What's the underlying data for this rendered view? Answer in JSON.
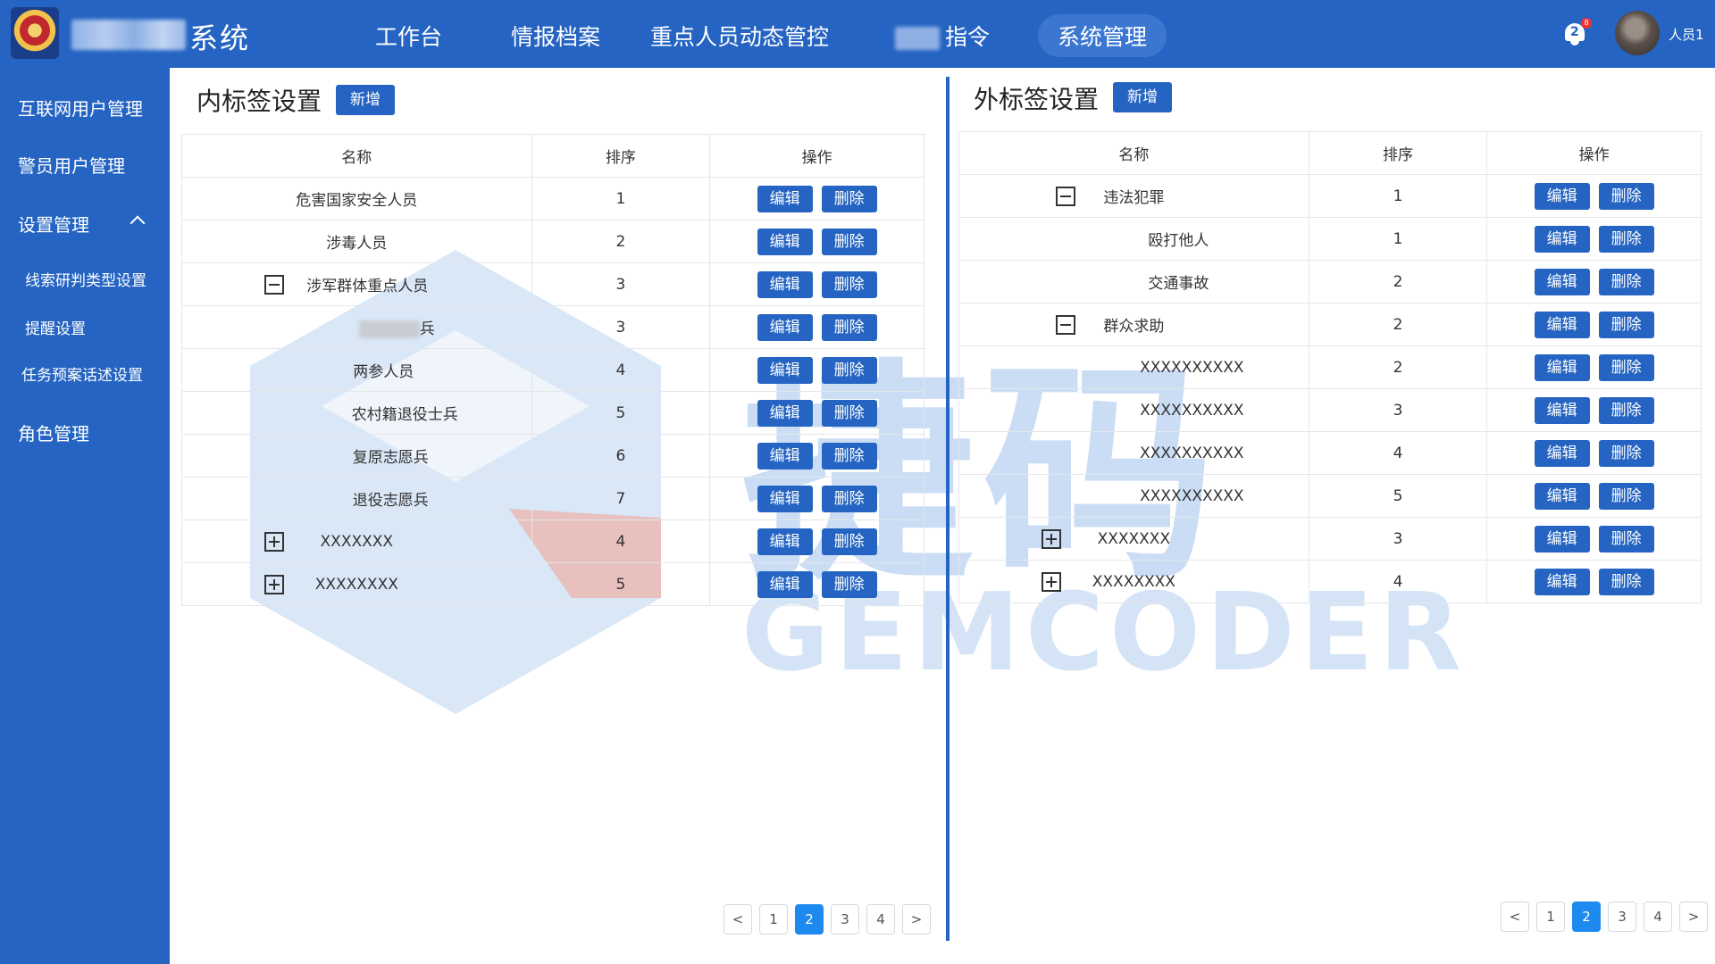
{
  "header": {
    "title": "系统",
    "nav": [
      {
        "label": "工作台"
      },
      {
        "label": "情报档案"
      },
      {
        "label": "重点人员动态管控"
      },
      {
        "label": "指令"
      },
      {
        "label": "系统管理",
        "active": true
      }
    ],
    "bell_count": "2",
    "bell_badge": "8",
    "username": "人员1"
  },
  "sidebar": {
    "items": [
      {
        "label": "互联网用户管理"
      },
      {
        "label": "警员用户管理"
      },
      {
        "label": "设置管理"
      },
      {
        "label": "线索研判类型设置"
      },
      {
        "label": "提醒设置"
      },
      {
        "label": "任务预案话述设置"
      },
      {
        "label": "角色管理"
      }
    ]
  },
  "inner": {
    "title": "内标签设置",
    "add_label": "新增",
    "columns": [
      "名称",
      "排序",
      "操作"
    ],
    "rows": [
      {
        "name": "危害国家安全人员",
        "order": "1"
      },
      {
        "name": "涉毒人员",
        "order": "2"
      },
      {
        "name": "涉军群体重点人员",
        "order": "3",
        "toggle": "minus"
      },
      {
        "name": "兵",
        "order": "3",
        "blurred": true
      },
      {
        "name": "两参人员",
        "order": "4"
      },
      {
        "name": "农村籍退役士兵",
        "order": "5"
      },
      {
        "name": "复原志愿兵",
        "order": "6"
      },
      {
        "name": "退役志愿兵",
        "order": "7"
      },
      {
        "name": "XXXXXXX",
        "order": "4",
        "toggle": "plus"
      },
      {
        "name": "XXXXXXXX",
        "order": "5",
        "toggle": "plus"
      }
    ],
    "edit_label": "编辑",
    "delete_label": "删除",
    "pager": {
      "prev": "<",
      "next": ">",
      "pages": [
        "1",
        "2",
        "3",
        "4"
      ],
      "current": "2"
    }
  },
  "outer": {
    "title": "外标签设置",
    "add_label": "新增",
    "columns": [
      "名称",
      "排序",
      "操作"
    ],
    "rows": [
      {
        "name": "违法犯罪",
        "order": "1",
        "toggle": "minus"
      },
      {
        "name": "殴打他人",
        "order": "1"
      },
      {
        "name": "交通事故",
        "order": "2"
      },
      {
        "name": "群众求助",
        "order": "2",
        "toggle": "minus"
      },
      {
        "name": "XXXXXXXXXX",
        "order": "2"
      },
      {
        "name": "XXXXXXXXXX",
        "order": "3"
      },
      {
        "name": "XXXXXXXXXX",
        "order": "4"
      },
      {
        "name": "XXXXXXXXXX",
        "order": "5"
      },
      {
        "name": "XXXXXXX",
        "order": "3",
        "toggle": "plus"
      },
      {
        "name": "XXXXXXXX",
        "order": "4",
        "toggle": "plus"
      }
    ],
    "edit_label": "编辑",
    "delete_label": "删除",
    "pager": {
      "prev": "<",
      "next": ">",
      "pages": [
        "1",
        "2",
        "3",
        "4"
      ],
      "current": "2"
    }
  },
  "watermark": {
    "big": "捷码",
    "small": "GEMCODER"
  }
}
